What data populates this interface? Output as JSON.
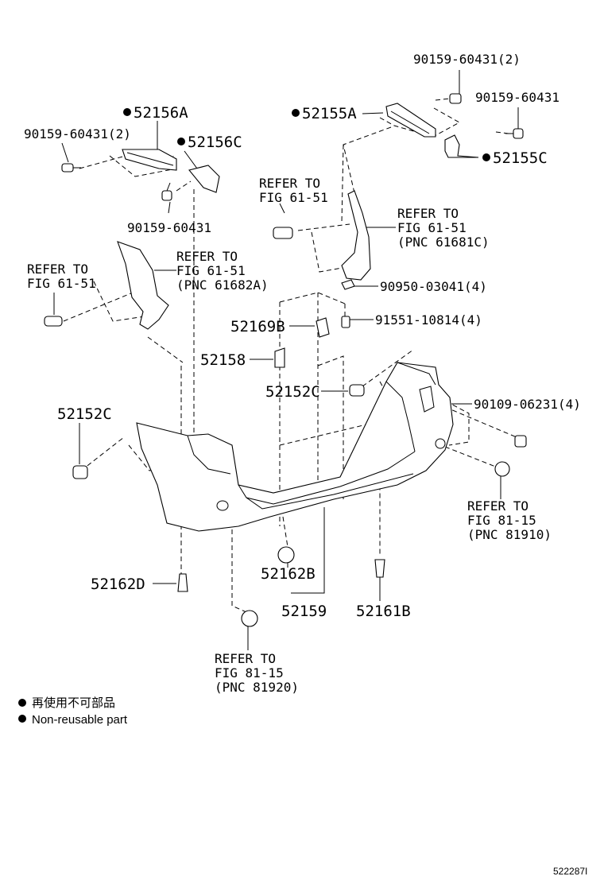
{
  "parts": {
    "p52156A": "52156A",
    "p52156C": "52156C",
    "p52155A": "52155A",
    "p52155C": "52155C",
    "bolt_60431_2_top": "90159-60431(2)",
    "bolt_60431_top": "90159-60431",
    "bolt_60431_2_left": "90159-60431(2)",
    "bolt_60431_mid": "90159-60431",
    "p90950": "90950-03041(4)",
    "p91551": "91551-10814(4)",
    "p52169B": "52169B",
    "p52158": "52158",
    "p52152C_mid": "52152C",
    "p52152C_left": "52152C",
    "p90109": "90109-06231(4)",
    "p52162D": "52162D",
    "p52162B": "52162B",
    "p52159": "52159",
    "p52161B": "52161B"
  },
  "refs": {
    "ref_top_center": [
      "REFER TO",
      "FIG 61-51"
    ],
    "ref_right_mudguard": [
      "REFER TO",
      "FIG 61-51",
      "(PNC 61681C)"
    ],
    "ref_left_label": [
      "REFER TO",
      "FIG 61-51"
    ],
    "ref_left_mudguard": [
      "REFER TO",
      "FIG 61-51",
      "(PNC 61682A)"
    ],
    "ref_right_plug": [
      "REFER TO",
      "FIG 81-15",
      "(PNC 81910)"
    ],
    "ref_bottom_plug": [
      "REFER TO",
      "FIG 81-15",
      "(PNC 81920)"
    ]
  },
  "legend": {
    "line1": "再使用不可部品",
    "line2": "Non-reusable part"
  },
  "figure_id": "522287I"
}
